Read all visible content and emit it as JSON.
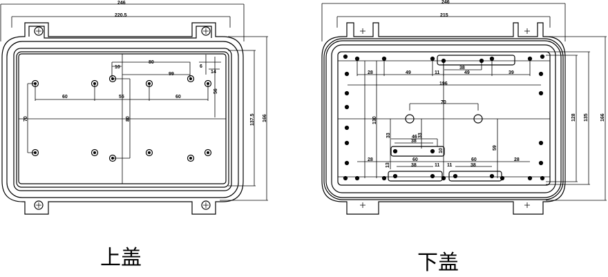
{
  "upper_cover": {
    "caption": "上盖",
    "dims": {
      "overall_width": "246",
      "flange_width": "220.5",
      "height_inner": "137.5",
      "height_overall": "166",
      "d80": "80",
      "d10": "10",
      "d99": "99",
      "d6": "6",
      "d14": "14",
      "d56": "56",
      "d60a": "60",
      "d55": "55",
      "d60b": "60",
      "d70": "70",
      "d80v": "80"
    }
  },
  "lower_cover": {
    "caption": "下盖",
    "dims": {
      "overall_width": "246",
      "flange_width": "215",
      "h128": "128",
      "h135": "135",
      "h166": "166",
      "d28a": "28",
      "d49a": "49",
      "d11a": "11",
      "d38a": "38",
      "d49b": "49",
      "d39": "39",
      "d196": "196",
      "d70": "70",
      "d130": "130",
      "d33a": "33",
      "d46": "46",
      "d33b": "33",
      "d38b": "38",
      "d10": "10",
      "d59": "59",
      "d28b": "28",
      "d60a": "60",
      "d60b": "60",
      "d28c": "28",
      "d13": "13",
      "d38c": "38",
      "d11b": "11",
      "d11c": "11",
      "d38d": "38"
    }
  }
}
